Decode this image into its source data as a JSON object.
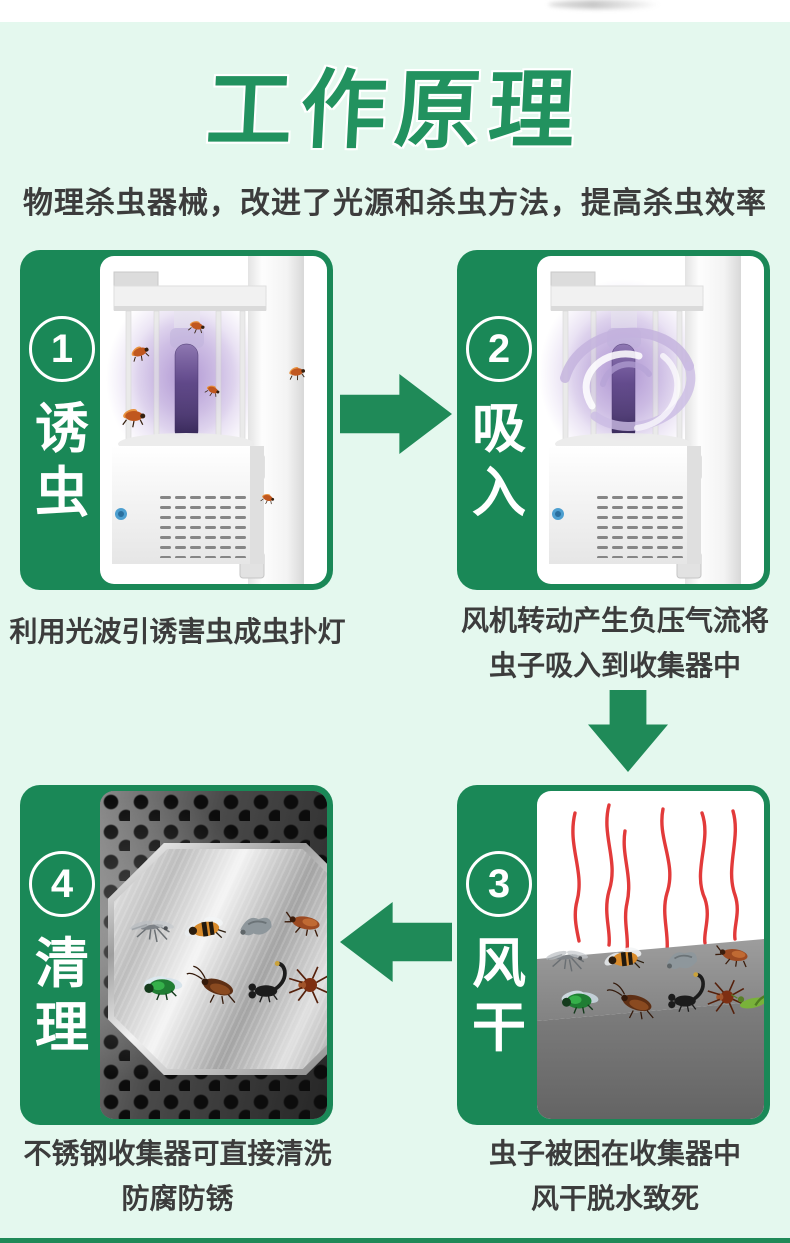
{
  "page": {
    "title": "工作原理",
    "subtitle": "物理杀虫器械，改进了光源和杀虫方法，提高杀虫效率"
  },
  "steps": [
    {
      "number": "1",
      "label": "诱虫",
      "caption": [
        "利用光波引诱害虫成虫扑灯"
      ]
    },
    {
      "number": "2",
      "label": "吸入",
      "caption": [
        "风机转动产生负压气流将",
        "虫子吸入到收集器中"
      ]
    },
    {
      "number": "3",
      "label": "风干",
      "caption": [
        "虫子被困在收集器中",
        "风干脱水致死"
      ]
    },
    {
      "number": "4",
      "label": "清理",
      "caption": [
        "不锈钢收集器可直接清洗",
        "防腐防锈"
      ]
    }
  ],
  "arrows": [
    {
      "direction": "right",
      "from_step": "1",
      "to_step": "2"
    },
    {
      "direction": "down",
      "from_step": "2",
      "to_step": "3"
    },
    {
      "direction": "left",
      "from_step": "3",
      "to_step": "4"
    }
  ],
  "icons": {
    "step_illustrations": [
      "insect-lamp-attract",
      "insect-lamp-suction-vortex",
      "insects-air-drying",
      "stainless-collector-cleaning"
    ],
    "insects": [
      "mosquito",
      "wasp",
      "moth",
      "assassin-bug",
      "green-fly",
      "cockroach",
      "scorpion",
      "spider",
      "grasshopper"
    ]
  },
  "colors": {
    "bg": "#e4f8ee",
    "card-green": "#1a8857",
    "title-green": "#22925f",
    "arrow-green": "#1f8a58",
    "text-dark": "#3c3c3c",
    "uv-purple": "#8f6cc0",
    "red-line": "#e23a3a",
    "bottom-bar": "#1f8a58"
  }
}
